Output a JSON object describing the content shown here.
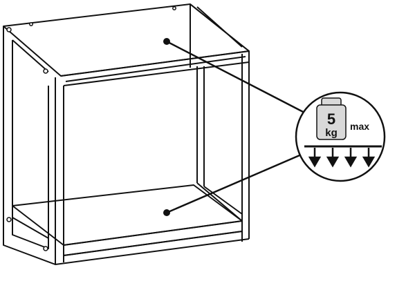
{
  "load_badge": {
    "value": "5",
    "unit": "kg",
    "qualifier": "max"
  },
  "colors": {
    "line": "#111111",
    "panel_fill": "#ffffff",
    "weight_fill": "#d9d9d9"
  },
  "icons": [
    "shelf-cube",
    "weight-icon",
    "downward-load-arrows",
    "pointer-dot"
  ]
}
